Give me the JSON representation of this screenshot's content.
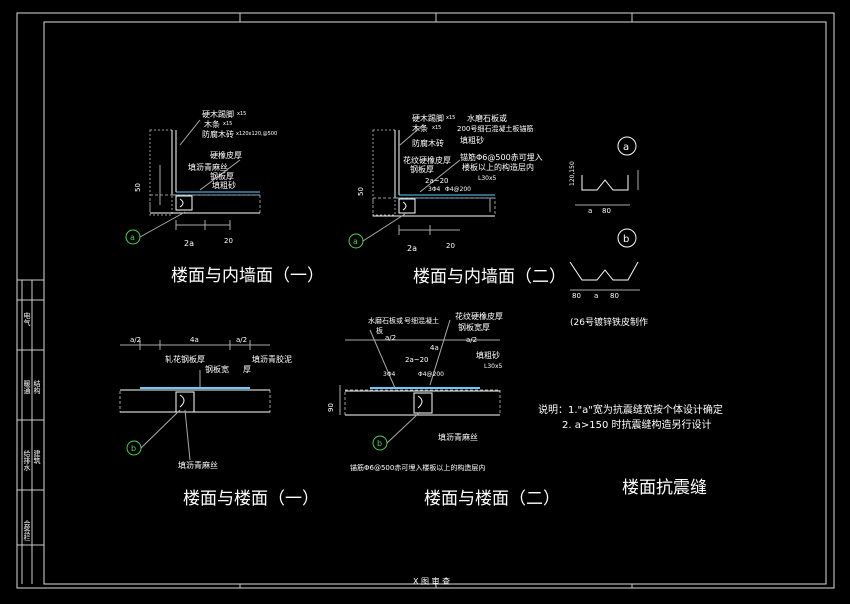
{
  "titles": {
    "t1": "楼面与内墙面（一）",
    "t2": "楼面与内墙面（二）",
    "t3": "楼面与楼面（一）",
    "t4": "楼面与楼面（二）",
    "t5": "楼面抗震缝"
  },
  "det1": {
    "l1": "硬木踢脚",
    "l1s": "x15",
    "l2": "木条",
    "l2s": "x15",
    "l3": "防腐木砖",
    "l3s": "x120x120,@500",
    "l4": "硬橡皮厚",
    "l5": "填沥青麻丝",
    "l6": "钢板厚",
    "l7": "填粗砂",
    "d1": "50",
    "d2": "2a",
    "d3": "20",
    "mark": "a"
  },
  "det2": {
    "l1": "硬木踢脚",
    "l1s": "x15",
    "l2": "木条",
    "l2s": "x15",
    "l3": "水磨石板或",
    "l4": "200号细石混凝土板锚筋",
    "l5": "填粗砂",
    "l6": "防腐木砖",
    "l7": "花纹硬橡皮厚",
    "l8": "钢板厚",
    "l9": "锚筋Φ6@500赤可埋入",
    "l10": "楼板以上的构造层内",
    "s1": "2a~20",
    "s2": "3Φ4",
    "s3": "Φ4@200",
    "s4": "L30x5",
    "d1": "50",
    "d2": "2a",
    "d3": "20",
    "mark": "a"
  },
  "det3": {
    "l1": "轧花钢板厚",
    "l2": "填沥青胶泥",
    "l3": "钢板宽",
    "l3s": "厚",
    "l4": "填沥青麻丝",
    "d1": "a/2",
    "d2": "4a",
    "d3": "a/2",
    "mark": "b"
  },
  "det4": {
    "l1": "水磨石板或",
    "l1b": "号细混凝土",
    "l1c": "板",
    "l2": "花纹硬橡皮厚",
    "l3": "钢板宽厚",
    "l4": "填粗砂",
    "l5": "填沥青麻丝",
    "l6": "锚筋Φ6@500赤可埋入楼板以上的构造层内",
    "s1": "2a~20",
    "s2": "3Φ4",
    "s3": "Φ4@200",
    "s4": "L30x5",
    "d0": "90",
    "d1": "a/2",
    "d2": "4a",
    "d3": "a/2",
    "mark": "b"
  },
  "profiles": {
    "a_label": "a",
    "b_label": "b",
    "dim_a": "120,150",
    "bot_a1": "a",
    "bot_a2": "80",
    "bot_b1": "80",
    "bot_b2": "a",
    "bot_b3": "80",
    "caption": "(26号镀锌铁皮制作"
  },
  "notes": {
    "n1": "说明：1.\"a\"宽为抗震缝宽按个体设计确定",
    "n2": "2. a>150 时抗震缝构造另行设计"
  },
  "titleblock": {
    "c1": "电气",
    "c2": "给排水",
    "c3": "暖通",
    "c4": "结构",
    "c5": "建筑",
    "c6": "会签栏",
    "bottom": "X 图 审 查"
  }
}
